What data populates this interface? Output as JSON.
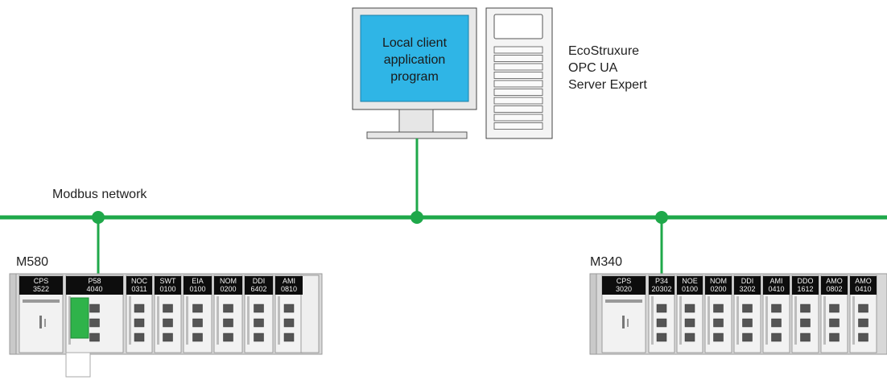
{
  "computer": {
    "screen_lines": [
      "Local client",
      "application",
      "program"
    ],
    "screen_color": "#2fb5e6"
  },
  "server": {
    "lines": [
      "EcoStruxure",
      "OPC UA",
      "Server Expert"
    ]
  },
  "network": {
    "label": "Modbus network",
    "color": "#1fa84a"
  },
  "plc_left": {
    "name": "M580",
    "modules": [
      {
        "top": "CPS",
        "bottom": "3522"
      },
      {
        "top": "P58",
        "bottom": "4040"
      },
      {
        "top": "NOC",
        "bottom": "0311"
      },
      {
        "top": "SWT",
        "bottom": "0100"
      },
      {
        "top": "EIA",
        "bottom": "0100"
      },
      {
        "top": "NOM",
        "bottom": "0200"
      },
      {
        "top": "DDI",
        "bottom": "6402"
      },
      {
        "top": "AMI",
        "bottom": "0810"
      }
    ]
  },
  "plc_right": {
    "name": "M340",
    "modules": [
      {
        "top": "CPS",
        "bottom": "3020"
      },
      {
        "top": "P34",
        "bottom": "20302"
      },
      {
        "top": "NOE",
        "bottom": "0100"
      },
      {
        "top": "NOM",
        "bottom": "0200"
      },
      {
        "top": "DDI",
        "bottom": "3202"
      },
      {
        "top": "AMI",
        "bottom": "0410"
      },
      {
        "top": "DDO",
        "bottom": "1612"
      },
      {
        "top": "AMO",
        "bottom": "0802"
      },
      {
        "top": "AMO",
        "bottom": "0410"
      }
    ]
  }
}
